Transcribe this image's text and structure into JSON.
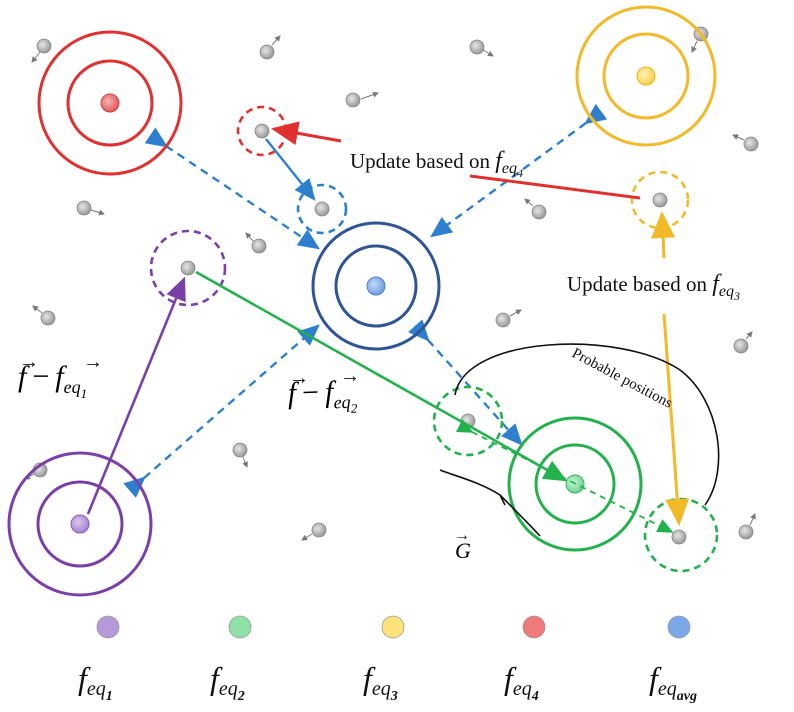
{
  "colors": {
    "purple": "#7b3fa8",
    "green": "#22b14c",
    "yellow": "#f2b928",
    "red": "#e0302f",
    "blue": "#2f5597",
    "blue_arrow": "#2f7fcf",
    "gray": "#b3b3b3"
  },
  "annotations": {
    "update_feq4_prefix": "Update based on ",
    "update_feq3_prefix": "Update based on ",
    "probable_positions": "Probable positions",
    "f_symbol": "f",
    "minus": "−",
    "eq_sub": "eq",
    "sub_1": "1",
    "sub_2": "2",
    "sub_3": "3",
    "sub_4": "4",
    "sub_avg": "avg",
    "g_symbol": "G"
  },
  "legend": [
    {
      "label_base": "f",
      "label_sub": "eq",
      "label_subsub": "1",
      "color": "#b49ad9",
      "icon": "purple-dot"
    },
    {
      "label_base": "f",
      "label_sub": "eq",
      "label_subsub": "2",
      "color": "#8fe0a6",
      "icon": "green-dot"
    },
    {
      "label_base": "f",
      "label_sub": "eq",
      "label_subsub": "3",
      "color": "#ffe27a",
      "icon": "yellow-dot"
    },
    {
      "label_base": "f",
      "label_sub": "eq",
      "label_subsub": "4",
      "color": "#f07a7a",
      "icon": "red-dot"
    },
    {
      "label_base": "f",
      "label_sub": "eq",
      "label_subsub": "avg",
      "color": "#7aa8e8",
      "icon": "blue-dot"
    }
  ]
}
